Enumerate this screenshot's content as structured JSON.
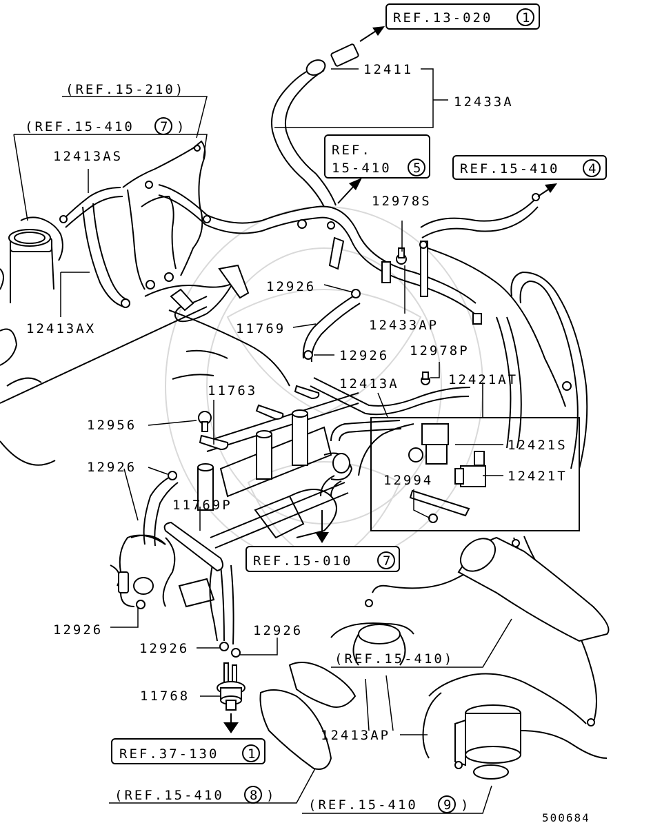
{
  "part_numbers": {
    "p12411": "12411",
    "p12433A": "12433A",
    "p12413AS": "12413AS",
    "p12413AX": "12413AX",
    "p12978S": "12978S",
    "p12926_a": "12926",
    "p12433AP": "12433AP",
    "p11769": "11769",
    "p12926_b": "12926",
    "p12978P": "12978P",
    "p11763": "11763",
    "p12413A": "12413A",
    "p12421AT": "12421AT",
    "p12956": "12956",
    "p12421S": "12421S",
    "p12926_c": "12926",
    "p12994": "12994",
    "p12421T": "12421T",
    "p11769P": "11769P",
    "p12926_d": "12926",
    "p12926_e": "12926",
    "p12926_f": "12926",
    "p11768": "11768",
    "p12413AP": "12413AP"
  },
  "references": {
    "r13_020": {
      "text": "REF.13-020",
      "num": "1"
    },
    "r15_210": {
      "text": "(REF.15-210)"
    },
    "r15_410_7": {
      "text": "(REF.15-410",
      "num": "7",
      "close": ")"
    },
    "r15_410_5_a": {
      "text": "REF."
    },
    "r15_410_5_b": {
      "text": "15-410",
      "num": "5"
    },
    "r15_410_4": {
      "text": "REF.15-410",
      "num": "4"
    },
    "r15_010_7": {
      "text": "REF.15-010",
      "num": "7"
    },
    "r15_410": {
      "text": "(REF.15-410)"
    },
    "r37_130_1": {
      "text": "REF.37-130",
      "num": "1"
    },
    "r15_410_8": {
      "text": "(REF.15-410",
      "num": "8",
      "close": ")"
    },
    "r15_410_9": {
      "text": "(REF.15-410",
      "num": "9",
      "close": ")"
    }
  },
  "drawing_code": "500684"
}
